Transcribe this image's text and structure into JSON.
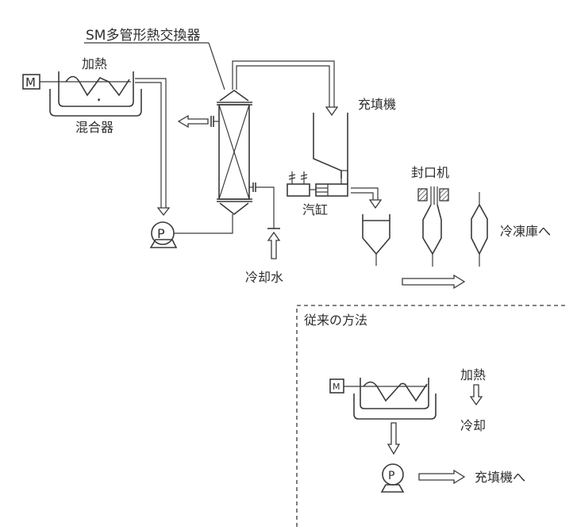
{
  "diagram": {
    "main": {
      "exchanger_label": "SM多管形熱交換器",
      "heating_label": "加熱",
      "mixer_label": "混合器",
      "motor_symbol": "M",
      "pump_symbol": "P",
      "filler_label": "充填機",
      "cylinder_label": "汽缸",
      "sealer_label": "封口机",
      "cooling_water_label": "冷却水",
      "freezer_label": "冷凍庫へ"
    },
    "conventional": {
      "title": "従来の方法",
      "motor_symbol": "M",
      "pump_symbol": "P",
      "step_heat": "加熱",
      "step_cool": "冷却",
      "to_filler_label": "充填機へ"
    },
    "icons": [
      "motor-icon",
      "mixer-tank-icon",
      "heat-exchanger-icon",
      "pump-icon",
      "filler-hopper-icon",
      "cylinder-icon",
      "sealer-icon",
      "pouch-icon",
      "flow-arrow-icon"
    ]
  }
}
